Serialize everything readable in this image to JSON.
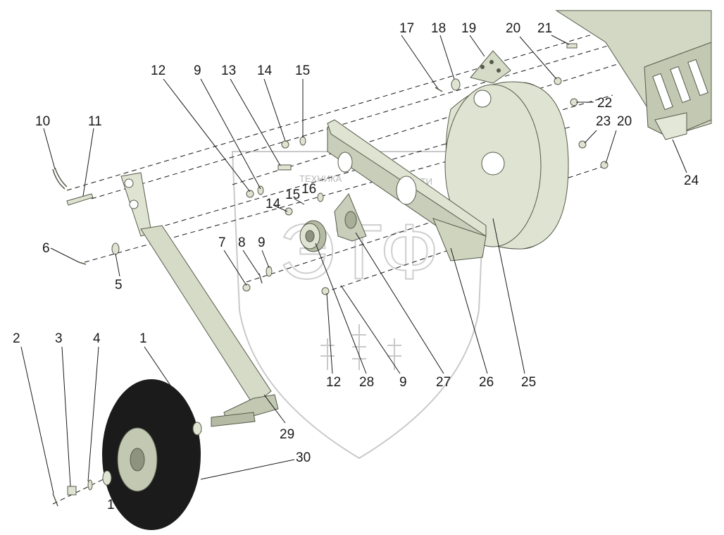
{
  "watermark": {
    "line1": "ТЕХНИКА",
    "line2": "ЗАПЧАСТИ",
    "mark": "ЭТФ"
  },
  "callouts": {
    "c1a": "1",
    "c1b": "1",
    "c2": "2",
    "c3": "3",
    "c4": "4",
    "c5": "5",
    "c6": "6",
    "c7": "7",
    "c8": "8",
    "c9a": "9",
    "c9b": "9",
    "c9c": "9",
    "c10": "10",
    "c11": "11",
    "c12a": "12",
    "c12b": "12",
    "c13": "13",
    "c14a": "14",
    "c14b": "14",
    "c15a": "15",
    "c15b": "15",
    "c16": "16",
    "c17": "17",
    "c18": "18",
    "c19": "19",
    "c20a": "20",
    "c20b": "20",
    "c21": "21",
    "c22": "22",
    "c23": "23",
    "c24": "24",
    "c25": "25",
    "c26": "26",
    "c27": "27",
    "c28": "28",
    "c29": "29",
    "c30": "30"
  },
  "colors": {
    "part_fill": "#dfe3d2",
    "part_shade": "#c3c8b3",
    "tire": "#1b1b1b",
    "line": "#1a1a1a"
  }
}
